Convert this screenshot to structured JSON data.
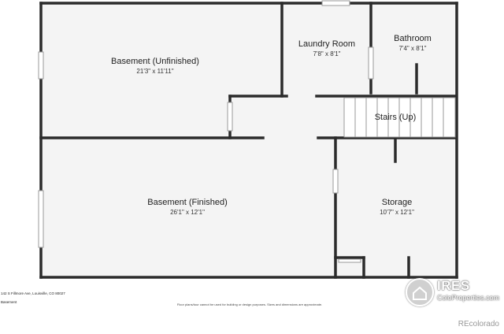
{
  "rooms": {
    "basement_unfinished": {
      "name": "Basement (Unfinished)",
      "dims": "21'3\" x 11'11\""
    },
    "laundry": {
      "name": "Laundry Room",
      "dims": "7'8\" x 8'1\""
    },
    "bathroom": {
      "name": "Bathroom",
      "dims": "7'4\" x 8'1\""
    },
    "stairs": {
      "name": "Stairs (Up)"
    },
    "basement_finished": {
      "name": "Basement (Finished)",
      "dims": "26'1\" x 12'1\""
    },
    "storage": {
      "name": "Storage",
      "dims": "10'7\" x 12'1\""
    }
  },
  "footer": {
    "address": "142 S Fillmore Ave, Louisville, CO 80027",
    "level": "Basement",
    "disclaimer": "Floor plans/tour cannot be used for building or design purposes. Sizes and dimensions are approximate."
  },
  "branding": {
    "ires_name": "IRES",
    "ires_site": "ColoProperties.com",
    "recolorado": "REcolorado"
  },
  "colors": {
    "wall": "#2b2b2b",
    "floor": "#f4f4f4",
    "window": "#cfcfcf"
  }
}
